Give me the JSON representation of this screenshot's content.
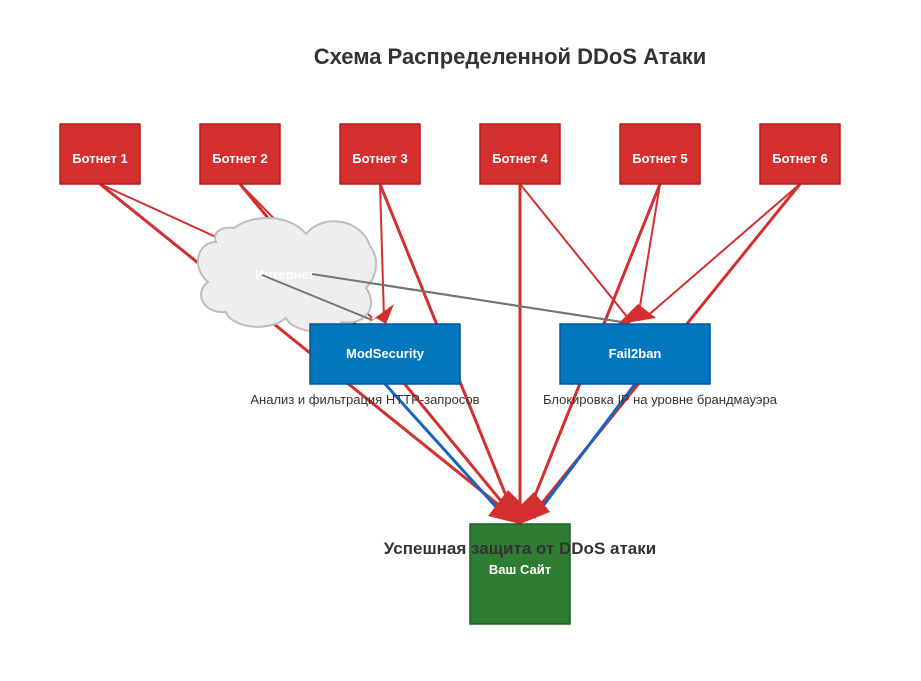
{
  "title": "Схема Распределенной DDoS Атаки",
  "colors": {
    "botnet_fill": "#d32f2f",
    "botnet_stroke": "#b71c1c",
    "attack_line": "#d32f2f",
    "defense_fill": "#0277bd",
    "defense_stroke": "#01579b",
    "defense_line": "#1565c0",
    "site_fill": "#2e7d32",
    "site_stroke": "#1b5e20",
    "cloud_fill": "#eeeeee",
    "cloud_stroke": "#bdbdbd",
    "internet_line": "#757575"
  },
  "botnets": [
    {
      "label": "Ботнет 1"
    },
    {
      "label": "Ботнет 2"
    },
    {
      "label": "Ботнет 3"
    },
    {
      "label": "Ботнет 4"
    },
    {
      "label": "Ботнет 5"
    },
    {
      "label": "Ботнет 6"
    }
  ],
  "internet": {
    "label": "Интернет"
  },
  "defenses": [
    {
      "label": "ModSecurity",
      "caption": "Анализ и фильтрация HTTP-запросов"
    },
    {
      "label": "Fail2ban",
      "caption": "Блокировка IP на уровне брандмауэра"
    }
  ],
  "site": {
    "label": "Ваш Сайт"
  },
  "success_text": "Успешная защита от DDoS атаки"
}
